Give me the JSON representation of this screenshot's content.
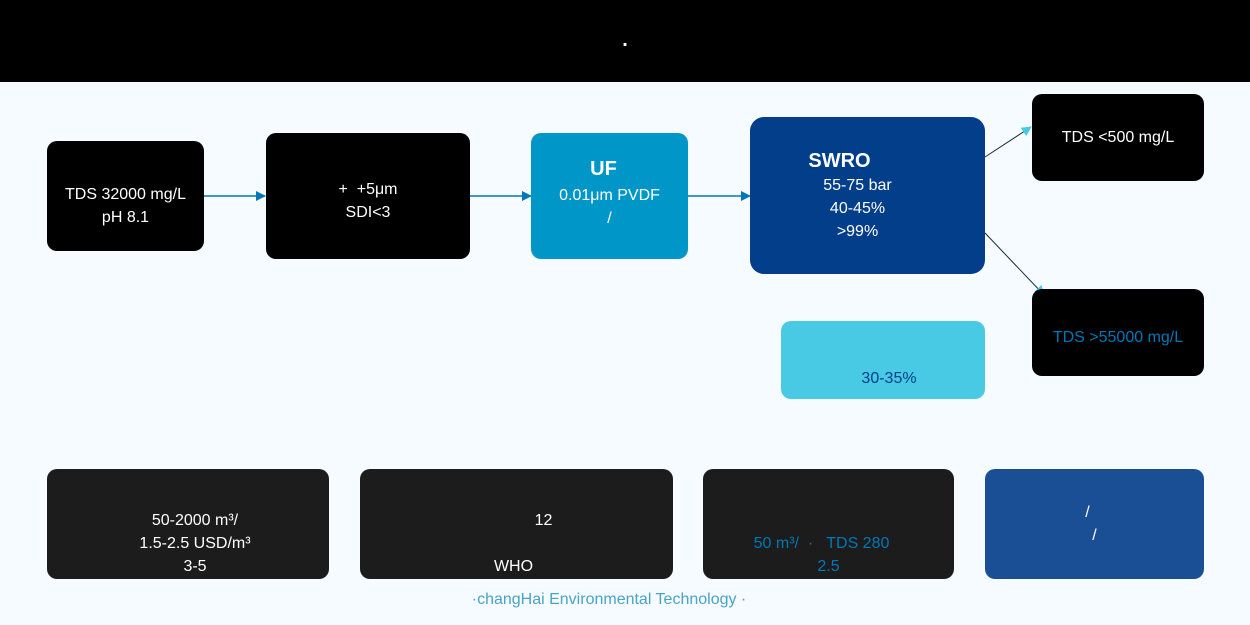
{
  "header": {
    "title": "."
  },
  "process": {
    "seawater": {
      "lines": [
        "TDS 32000 mg/L",
        "pH 8.1"
      ]
    },
    "pretreatment": {
      "lines": [
        "+  +5μm",
        "SDI<3"
      ]
    },
    "uf": {
      "title": "UF",
      "lines": [
        "0.01μm PVDF",
        "/"
      ]
    },
    "swro": {
      "title": "SWRO",
      "lines": [
        "55-75 bar",
        "40-45%",
        ">99%"
      ]
    },
    "product": {
      "lines": [
        "TDS <500 mg/L"
      ]
    },
    "brine": {
      "lines": [
        "TDS >55000 mg/L"
      ]
    },
    "concentrate": {
      "lines": [
        "",
        "30-35%"
      ]
    }
  },
  "cards": [
    {
      "lines": [
        "50-2000 m³/",
        "1.5-2.5 USD/m³",
        "3-5"
      ]
    },
    {
      "lines": [
        "12",
        "",
        "WHO"
      ]
    },
    {
      "lines": [
        "50 m³/  ·   TDS 280",
        "2.5"
      ]
    },
    {
      "lines": [
        "/",
        "/"
      ]
    }
  ],
  "footer": {
    "text": "·changHai Environmental Technology  ·"
  },
  "colors": {
    "header_bg": "#000000",
    "page_bg": "#f5fbfe",
    "uf": "#0096c7",
    "swro": "#023e8a",
    "concentrate": "#48cae4",
    "arrow": "#0077b6",
    "card_blue": "#1a4f96"
  }
}
